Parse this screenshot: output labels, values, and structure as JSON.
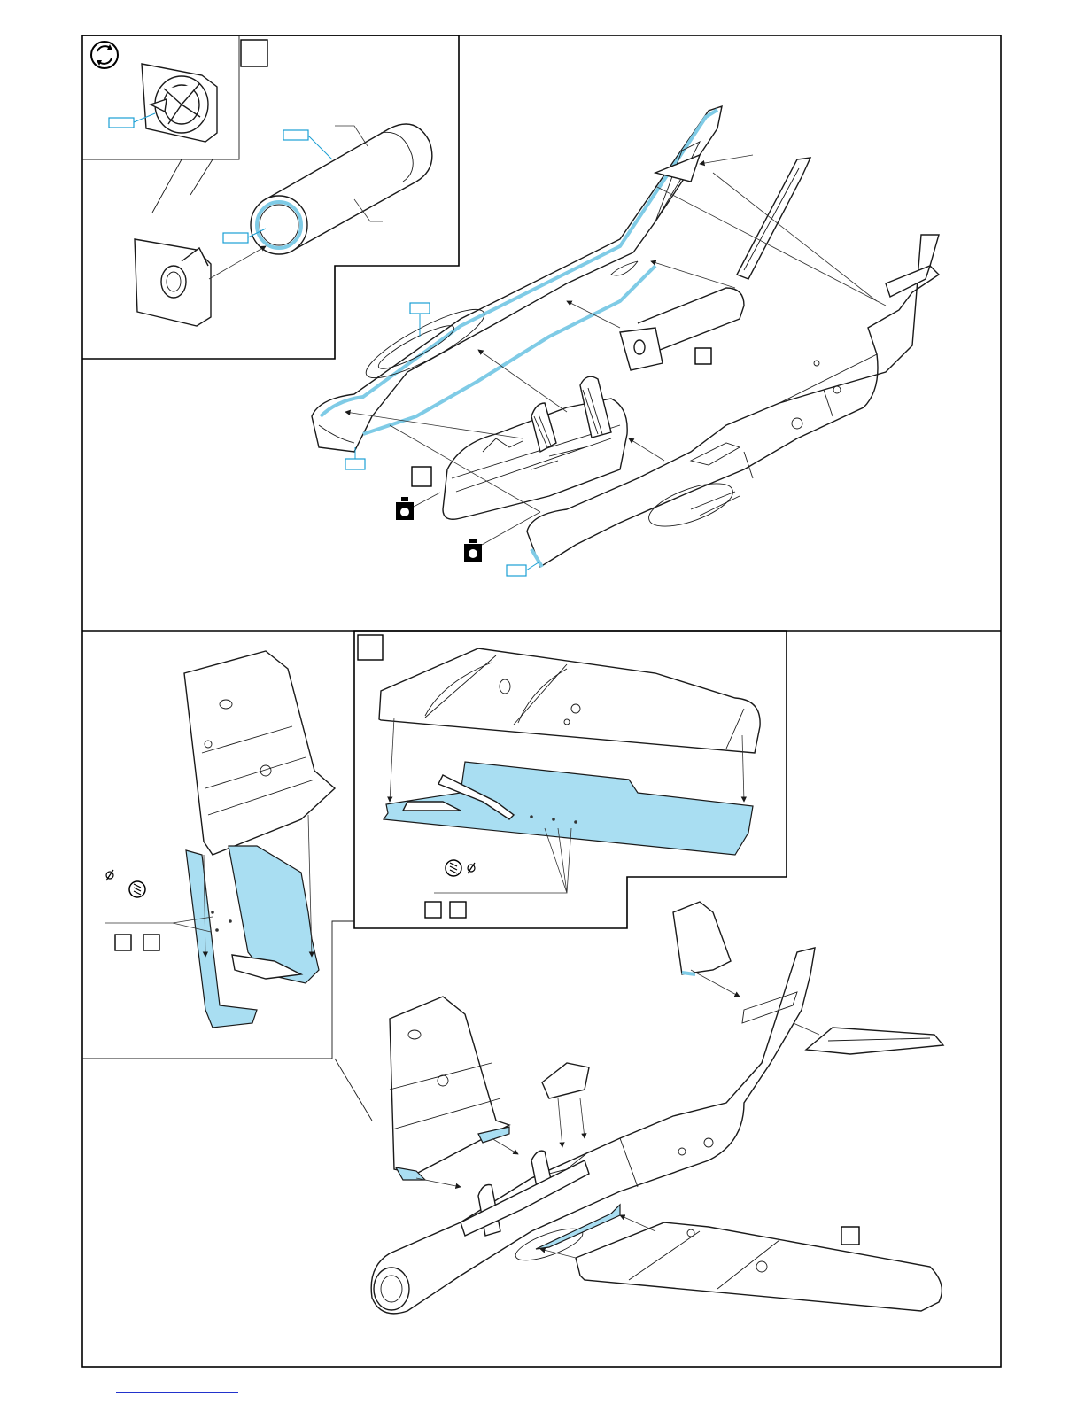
{
  "sheet": {
    "colors": {
      "line": "#1a1a1a",
      "photo_etch_fill": "#a9def2",
      "callout_tag": "#1a9fd4",
      "footer_link": "#2233cc"
    },
    "icons": [
      "rotate-arrows-icon",
      "drill-hole-icon",
      "weight-icon",
      "diameter-icon"
    ],
    "panels": [
      "engine-exhaust-inset",
      "fuselage-cockpit-assembly",
      "wing-flap-inset",
      "tail-flap-inset",
      "final-assembly"
    ]
  }
}
